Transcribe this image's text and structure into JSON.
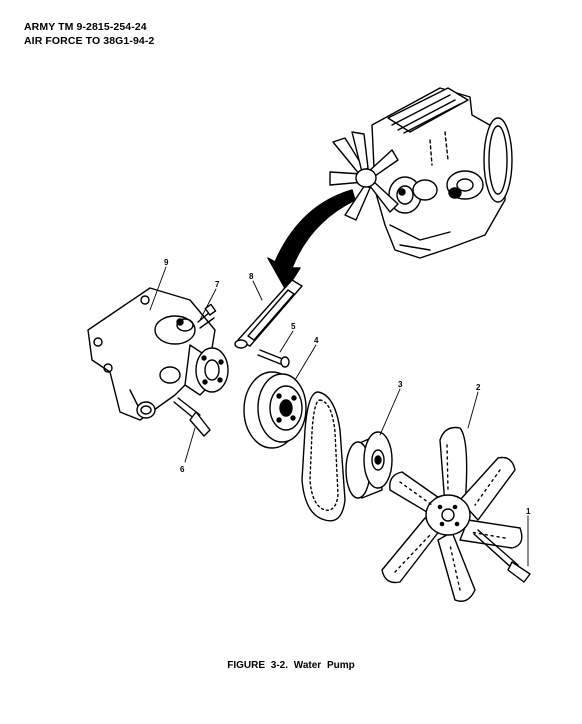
{
  "header": {
    "line1": "ARMY TM 9-2815-254-24",
    "line2": "AIR FORCE TO 38G1-94-2"
  },
  "figure": {
    "callouts": [
      "1",
      "2",
      "3",
      "4",
      "5",
      "6",
      "7",
      "8",
      "9"
    ],
    "caption": "FIGURE 3-2. Water Pump"
  }
}
